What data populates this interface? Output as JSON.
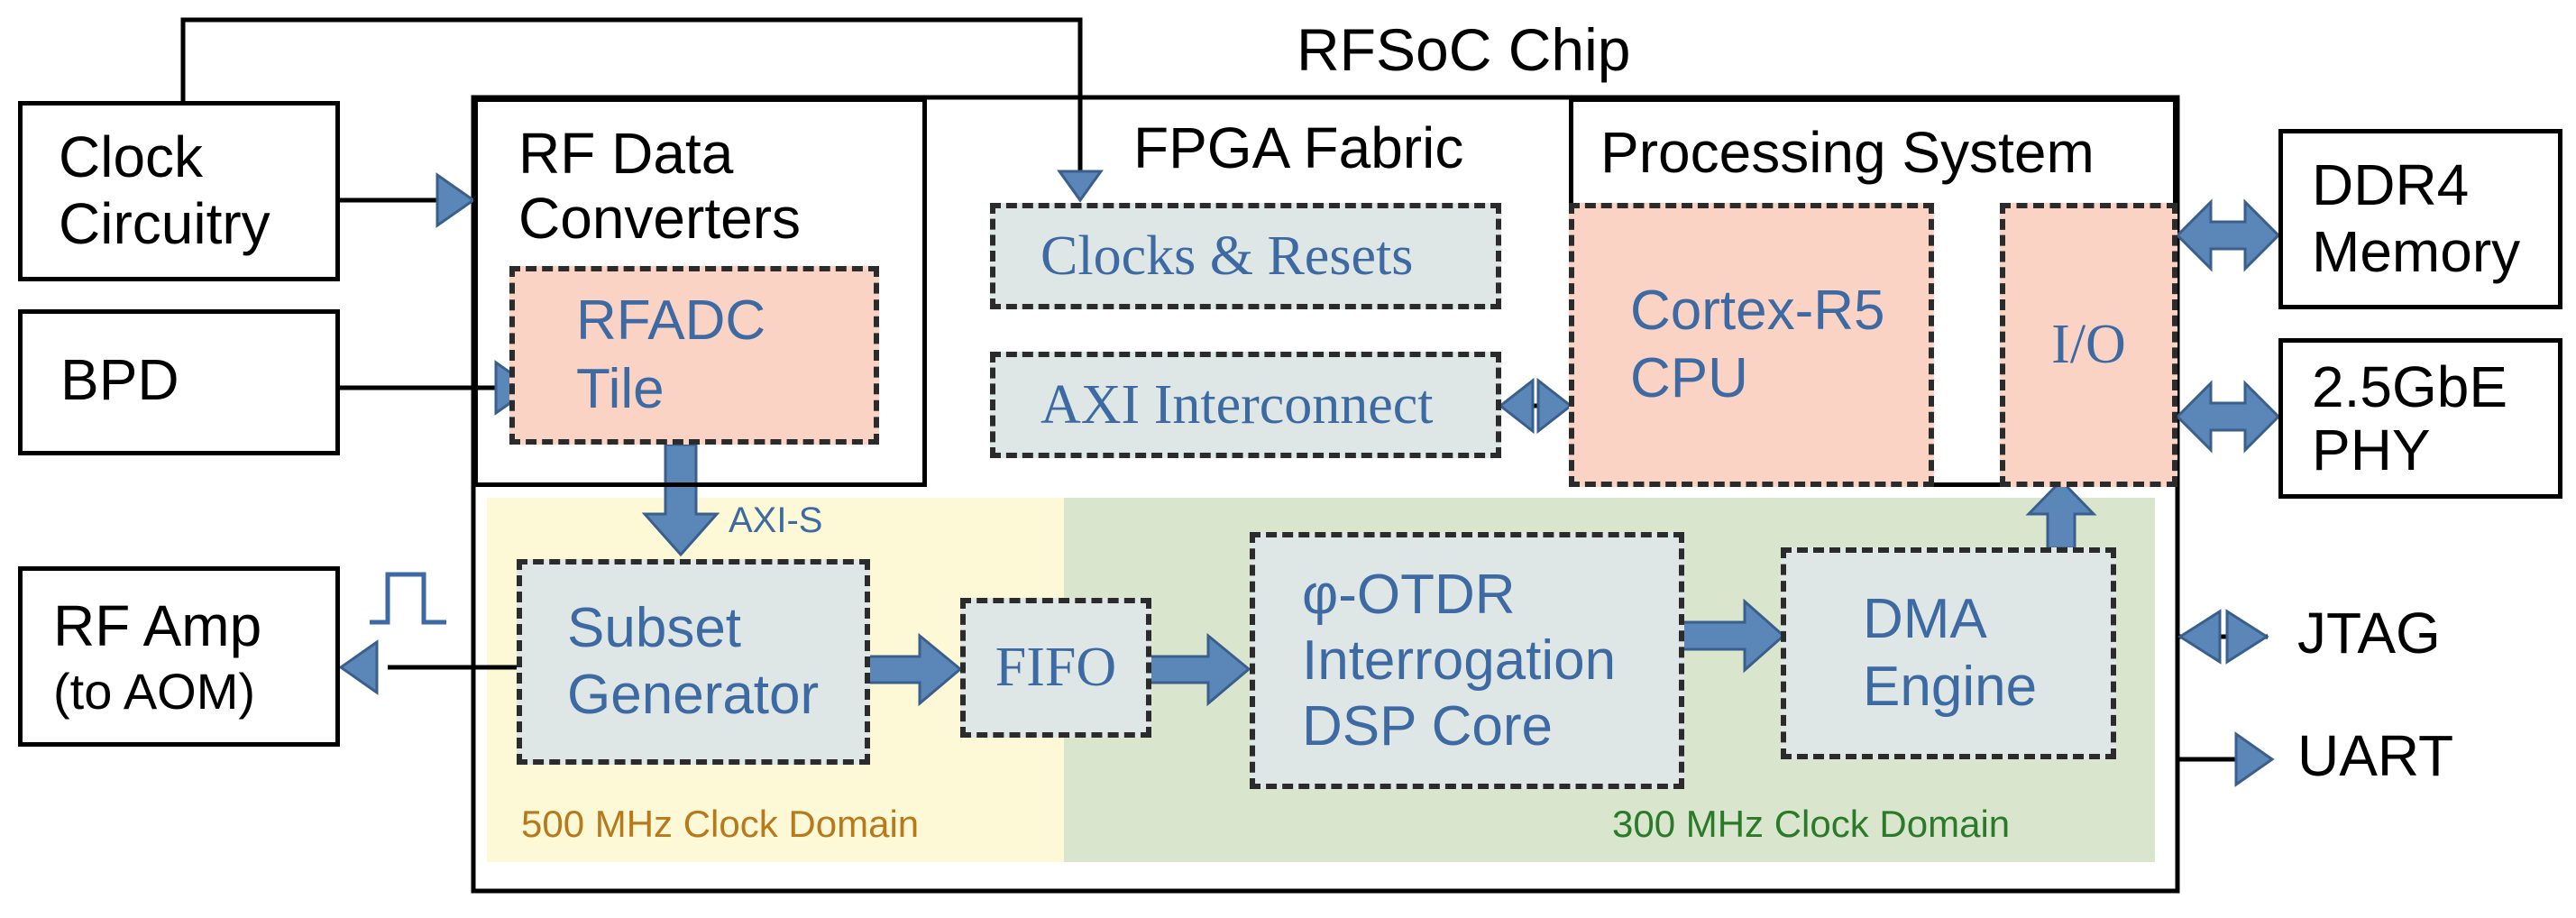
{
  "title": "RFSoC Chip",
  "external": {
    "clock": [
      "Clock",
      "Circuitry"
    ],
    "bpd": "BPD",
    "rf_amp": [
      "RF Amp",
      "(to AOM)"
    ],
    "ddr4": [
      "DDR4",
      "Memory"
    ],
    "phy": [
      "2.5GbE",
      "PHY"
    ],
    "jtag": "JTAG",
    "uart": "UART"
  },
  "rf_converters": {
    "title": [
      "RF Data",
      "Converters"
    ],
    "rfadc": [
      "RFADC",
      "Tile"
    ]
  },
  "fpga": {
    "title": "FPGA Fabric",
    "clocks_resets": "Clocks & Resets",
    "axi_interconnect": "AXI Interconnect",
    "axi_s": "AXI-S",
    "subset_generator": [
      "Subset",
      "Generator"
    ],
    "fifo": "FIFO",
    "otdr": [
      "φ-OTDR",
      "Interrogation",
      "DSP Core"
    ],
    "dma": [
      "DMA",
      "Engine"
    ]
  },
  "processing_system": {
    "title": "Processing System",
    "cpu": [
      "Cortex-R5",
      "CPU"
    ],
    "io": "I/O"
  },
  "domains": {
    "d500": "500 MHz Clock Domain",
    "d300": "300 MHz Clock Domain"
  },
  "colors": {
    "arrow_fill": "#5b86b8",
    "arrow_stroke": "#3a5f8c",
    "domain500_bg": "#fdf9d6",
    "domain300_bg": "#d9e5cc",
    "block_gray": "#dfe6e6",
    "block_pink": "#fbd3c4",
    "text_blue": "#3d6aa3"
  }
}
